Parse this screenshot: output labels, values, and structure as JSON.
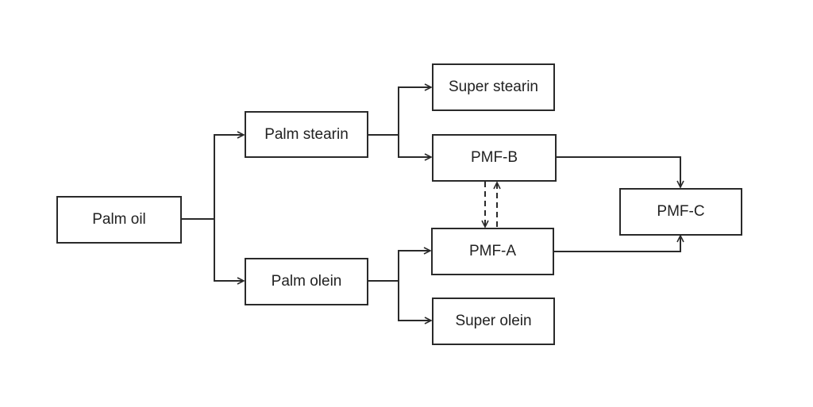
{
  "nodes": {
    "palm_oil": "Palm oil",
    "palm_stearin": "Palm stearin",
    "palm_olein": "Palm olein",
    "super_stearin": "Super stearin",
    "pmf_b": "PMF-B",
    "pmf_a": "PMF-A",
    "super_olein": "Super olein",
    "pmf_c": "PMF-C"
  },
  "edges": [
    {
      "from": "Palm oil",
      "to": "Palm stearin",
      "style": "solid"
    },
    {
      "from": "Palm oil",
      "to": "Palm olein",
      "style": "solid"
    },
    {
      "from": "Palm stearin",
      "to": "Super stearin",
      "style": "solid"
    },
    {
      "from": "Palm stearin",
      "to": "PMF-B",
      "style": "solid"
    },
    {
      "from": "Palm olein",
      "to": "PMF-A",
      "style": "solid"
    },
    {
      "from": "Palm olein",
      "to": "Super olein",
      "style": "solid"
    },
    {
      "from": "PMF-B",
      "to": "PMF-C",
      "style": "solid"
    },
    {
      "from": "PMF-A",
      "to": "PMF-C",
      "style": "solid"
    },
    {
      "from": "PMF-B",
      "to": "PMF-A",
      "style": "dashed"
    },
    {
      "from": "PMF-A",
      "to": "PMF-B",
      "style": "dashed"
    }
  ]
}
